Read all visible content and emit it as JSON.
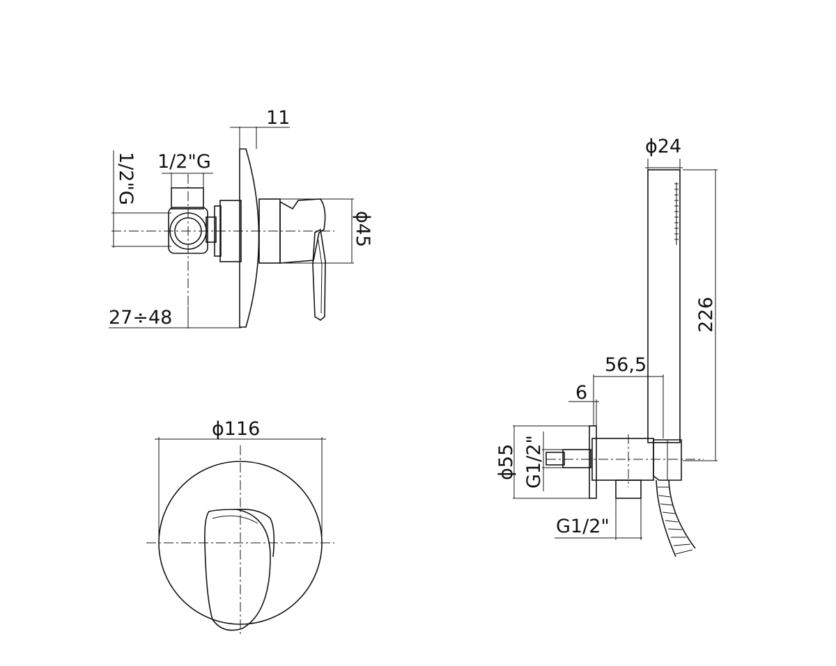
{
  "side_view": {
    "dim_plate_thickness": "11",
    "dim_inlet_thread_top": "1/2\"G",
    "dim_inlet_thread_side": "1/2\"G",
    "dim_body_diameter": "ϕ45",
    "dim_install_depth": "27÷48"
  },
  "front_view": {
    "dim_plate_diameter": "ϕ116"
  },
  "shower_view": {
    "dim_handle_diameter": "ϕ24",
    "dim_handle_length": "226",
    "dim_projection": "56,5",
    "dim_plate_thickness": "6",
    "dim_plate_diameter": "ϕ55",
    "dim_wall_thread": "G1/2\"",
    "dim_hose_thread": "G1/2\""
  }
}
